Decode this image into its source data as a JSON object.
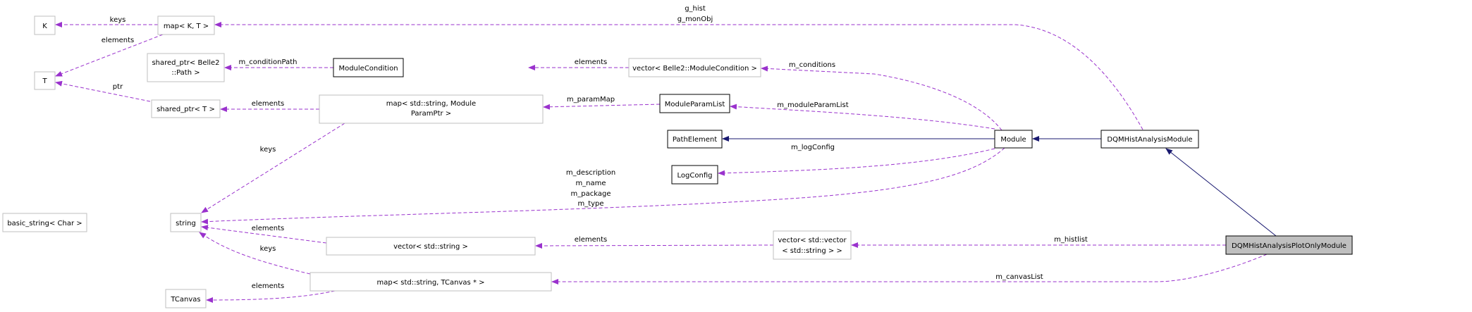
{
  "colors": {
    "usage_edge": "#9a32cd",
    "inheritance_edge": "#191970",
    "selected_node_fill": "#bfbfbf"
  },
  "nodes": {
    "K": "K",
    "map_kt": "map< K, T >",
    "T": "T",
    "shared_ptr_path": [
      "shared_ptr< Belle2",
      "::Path >"
    ],
    "shared_ptr_t": "shared_ptr< T >",
    "map_param": [
      "map< std::string, Module",
      "ParamPtr >"
    ],
    "basic_string": "basic_string< Char >",
    "string": "string",
    "vector_string": "vector< std::string >",
    "map_canvas": "map< std::string, TCanvas * >",
    "tcanvas": "TCanvas",
    "module_condition": "ModuleCondition",
    "vector_condition": "vector< Belle2::ModuleCondition >",
    "module_param_list": "ModuleParamList",
    "path_element": "PathElement",
    "log_config": "LogConfig",
    "vector_vector": [
      "vector< std::vector",
      "< std::string > >"
    ],
    "module": "Module",
    "dqm_module": "DQMHistAnalysisModule",
    "dqm_plot_only": "DQMHistAnalysisPlotOnlyModule"
  },
  "edges": {
    "map_kt_K": "keys",
    "map_kt_T": "elements",
    "shared_ptr_T": "ptr",
    "cond_path": "m_conditionPath",
    "vec_cond": "elements",
    "map_param_sp": "elements",
    "param_map": "m_paramMap",
    "map_param_keys": "keys",
    "m_conditions": "m_conditions",
    "m_moduleParamList": "m_moduleParamList",
    "m_logConfig": "m_logConfig",
    "module_string": [
      "m_description",
      "m_name",
      "m_package",
      "m_type"
    ],
    "vec_string_elements": "elements",
    "map_canvas_keys": "keys",
    "map_canvas_elements": "elements",
    "g_hist": [
      "g_hist",
      "g_monObj"
    ],
    "m_histlist": "m_histlist",
    "vec_vec_elements": "elements",
    "m_canvasList": "m_canvasList"
  }
}
